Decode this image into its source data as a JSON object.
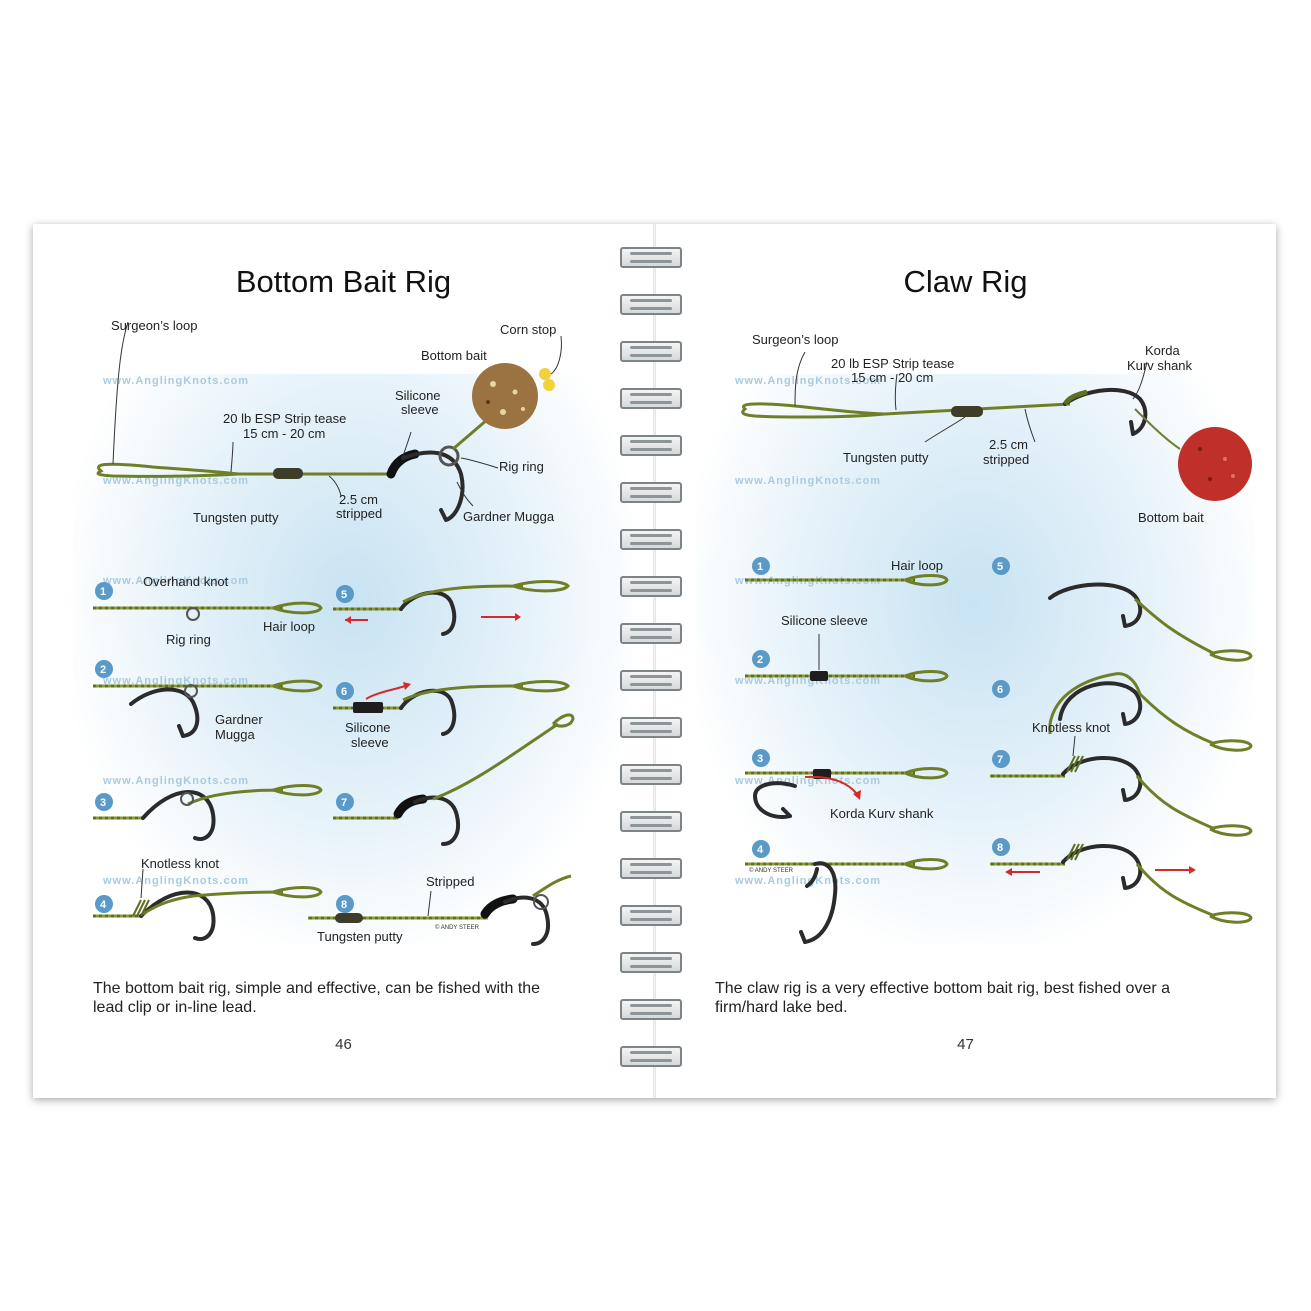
{
  "left_page": {
    "title": "Bottom Bait Rig",
    "labels": {
      "corn_stop": "Corn stop",
      "bottom_bait": "Bottom bait",
      "silicone_sleeve_1": "Silicone",
      "silicone_sleeve_2": "sleeve",
      "surgeons_loop": "Surgeon’s loop",
      "line_1": "20 lb ESP Strip tease",
      "line_2": "15 cm - 20 cm",
      "rig_ring": "Rig ring",
      "stripped_1": "2.5 cm",
      "stripped_2": "stripped",
      "tungsten_putty": "Tungsten putty",
      "gardner_mugga": "Gardner Mugga"
    },
    "steps": [
      {
        "n": "1",
        "labels": [
          "Overhand knot",
          "Rig ring",
          "Hair loop"
        ]
      },
      {
        "n": "2",
        "labels": [
          "Gardner",
          "Mugga"
        ]
      },
      {
        "n": "3",
        "labels": []
      },
      {
        "n": "4",
        "labels": [
          "Knotless knot"
        ]
      },
      {
        "n": "5",
        "labels": []
      },
      {
        "n": "6",
        "labels": [
          "Silicone",
          "sleeve"
        ]
      },
      {
        "n": "7",
        "labels": []
      },
      {
        "n": "8",
        "labels": [
          "Stripped",
          "Tungsten putty"
        ]
      }
    ],
    "credit": "© ANDY STEER",
    "caption": "The bottom bait rig, simple and effective, can be fished with the lead clip or in-line lead.",
    "page_number": "46"
  },
  "right_page": {
    "title": "Claw Rig",
    "labels": {
      "surgeons_loop": "Surgeon’s loop",
      "line_1": "20 lb ESP Strip tease",
      "line_2": "15 cm - 20 cm",
      "korda_1": "Korda",
      "korda_2": "Kurv shank",
      "tungsten_putty": "Tungsten putty",
      "stripped_1": "2.5 cm",
      "stripped_2": "stripped",
      "bottom_bait": "Bottom bait"
    },
    "steps": [
      {
        "n": "1",
        "labels": [
          "Hair loop"
        ]
      },
      {
        "n": "2",
        "labels": [
          "Silicone sleeve"
        ]
      },
      {
        "n": "3",
        "labels": [
          "Korda Kurv shank"
        ]
      },
      {
        "n": "4",
        "labels": []
      },
      {
        "n": "5",
        "labels": []
      },
      {
        "n": "6",
        "labels": []
      },
      {
        "n": "7",
        "labels": [
          "Knotless knot"
        ]
      },
      {
        "n": "8",
        "labels": []
      }
    ],
    "credit": "© ANDY STEER",
    "caption": "The claw rig is a very effective bottom bait rig, best fished over a firm/hard lake bed.",
    "page_number": "47"
  },
  "watermark": "www.AnglingKnots.com",
  "colors": {
    "line": "#7a8a2e",
    "hook": "#2b2b2b",
    "badge": "#5a9ac8",
    "arrow": "#d42a2a",
    "boilie_brown": "#9a7340",
    "boilie_red": "#c0302a",
    "corn": "#f2d23a"
  }
}
